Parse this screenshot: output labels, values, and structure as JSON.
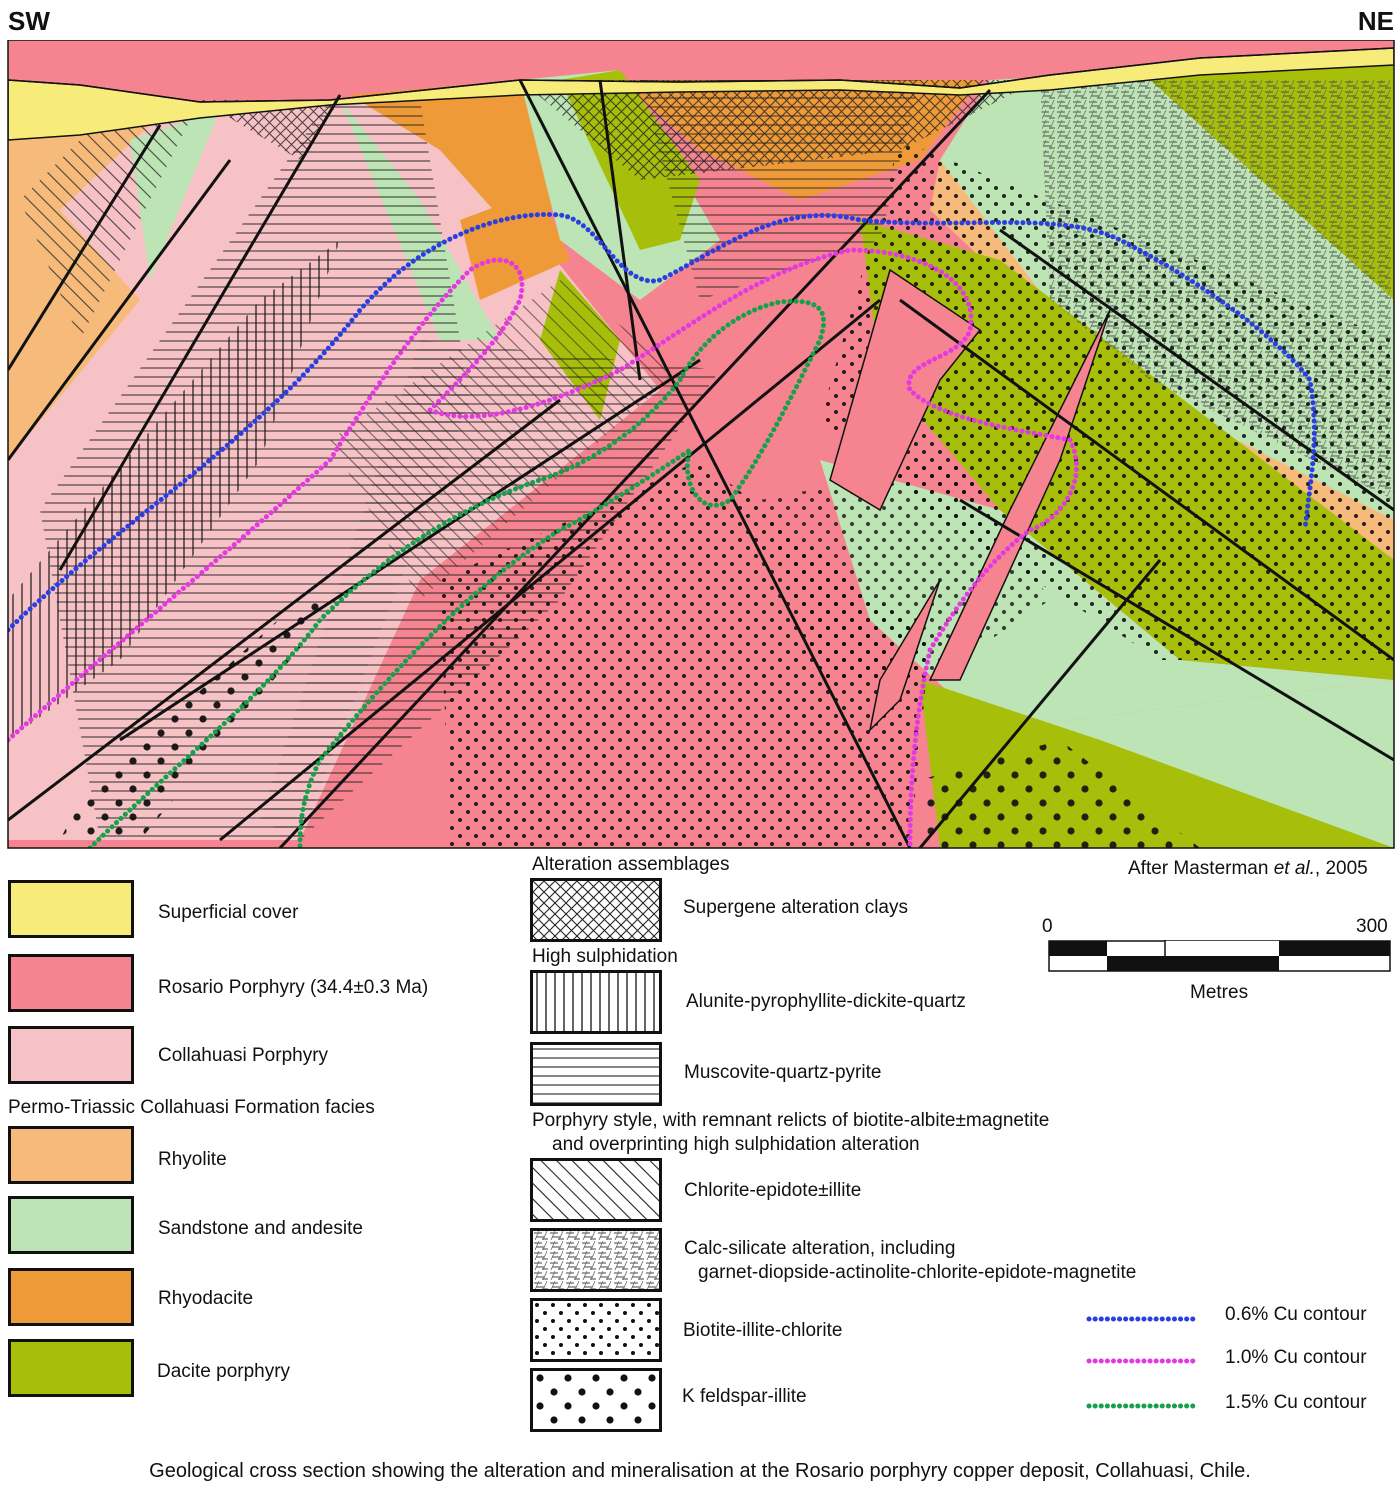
{
  "direction": {
    "left": "SW",
    "right": "NE"
  },
  "credit": {
    "prefix": "After Masterman ",
    "italic": "et al.",
    "suffix": ", 2005"
  },
  "scale": {
    "start": "0",
    "end": "300",
    "unit": "Metres"
  },
  "units": {
    "superficial": {
      "label": "Superficial cover",
      "color": "#f7eb7a"
    },
    "rosario": {
      "label": "Rosario Porphyry (34.4±0.3 Ma)",
      "color": "#f58490"
    },
    "collahuasi": {
      "label": "Collahuasi Porphyry",
      "color": "#f7c2c5"
    },
    "formation_heading": "Permo-Triassic Collahuasi Formation facies",
    "rhyolite": {
      "label": "Rhyolite",
      "color": "#f6bb7b"
    },
    "sandstone": {
      "label": "Sandstone and andesite",
      "color": "#bde4b5"
    },
    "rhyodacite": {
      "label": "Rhyodacite",
      "color": "#ef9a38"
    },
    "dacite": {
      "label": "Dacite porphyry",
      "color": "#a7bf0b"
    }
  },
  "alteration": {
    "heading": "Alteration assemblages",
    "supergene": {
      "label": "Supergene alteration clays",
      "icon": "crosshatch-pattern"
    },
    "high_heading": "High sulphidation",
    "alunite": {
      "label": "Alunite-pyrophyllite-dickite-quartz",
      "icon": "vertical-lines-pattern"
    },
    "muscovite": {
      "label": "Muscovite-quartz-pyrite",
      "icon": "horizontal-lines-pattern"
    },
    "porphyry_heading_1": "Porphyry style, with remnant relicts of biotite-albite±magnetite",
    "porphyry_heading_2": "and overprinting high sulphidation alteration",
    "chlorite": {
      "label": "Chlorite-epidote±illite",
      "icon": "diagonal-lines-pattern"
    },
    "calc_1": "Calc-silicate alteration, including",
    "calc_2": "garnet-diopside-actinolite-chlorite-epidote-magnetite",
    "biotite": {
      "label": "Biotite-illite-chlorite",
      "icon": "small-dots-pattern"
    },
    "kfeldspar": {
      "label": "K feldspar-illite",
      "icon": "large-dots-pattern"
    }
  },
  "contours": [
    {
      "label": "0.6% Cu contour",
      "color": "#2b3fe0"
    },
    {
      "label": "1.0% Cu contour",
      "color": "#e23ae0"
    },
    {
      "label": "1.5% Cu contour",
      "color": "#16a04b"
    }
  ],
  "caption": "Geological cross section showing the alteration and mineralisation at the Rosario porphyry copper deposit, Collahuasi, Chile."
}
